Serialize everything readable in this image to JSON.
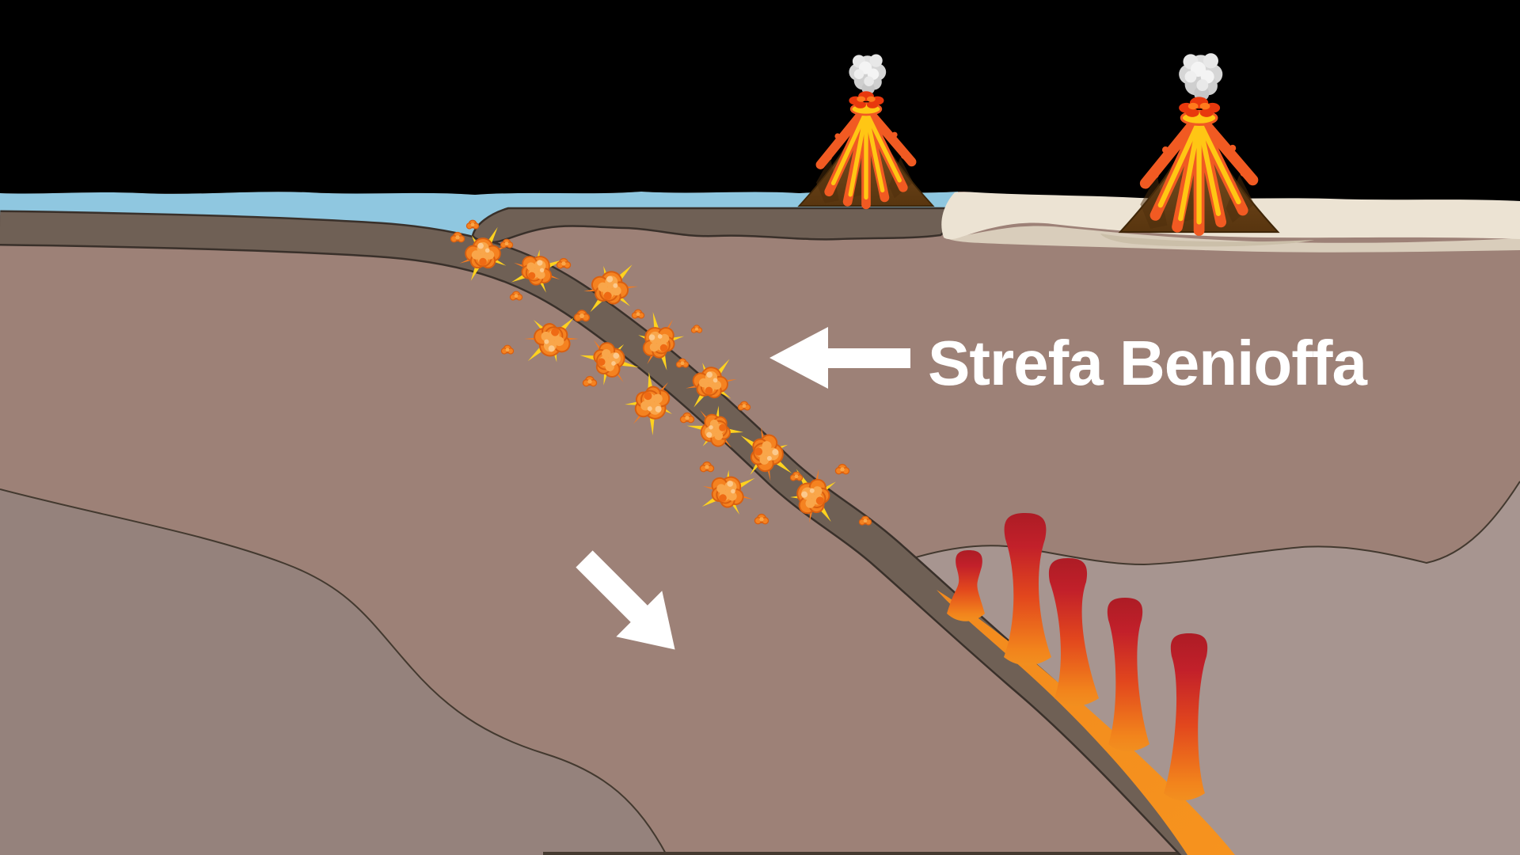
{
  "scene": {
    "type": "subduction-zone-geology-diagram",
    "label": {
      "text": "Strefa Benioffa",
      "color": "#ffffff"
    },
    "icons": {
      "volcano": "volcano-icon",
      "eruption_smoke": "smoke-icon",
      "earthquake_focus": "explosion-icon",
      "benioff_zone_pointer": "left-arrow-icon",
      "plate_motion": "down-right-arrow-icon"
    },
    "counts": {
      "volcanoes": 2,
      "earthquake_markers": 12,
      "magma_plumes": 5
    },
    "palette": {
      "sky": "#000000",
      "ocean": "#8fc7e0",
      "crust_slab": "#6f6055",
      "outline": "#39302a",
      "mantle": "#9d8177",
      "mantle_deep": "#95827c",
      "melt_wedge": "#a79590",
      "sand_light": "#ece3d3",
      "sand_mid": "#d9cdbb",
      "sand_shadow": "#cbbfa9",
      "magma_orange": "#f28a1e",
      "magma_red": "#c2202a",
      "explosion_orange": "#f58220",
      "flash_yellow": "#ffd21f",
      "arrow": "#ffffff"
    }
  }
}
